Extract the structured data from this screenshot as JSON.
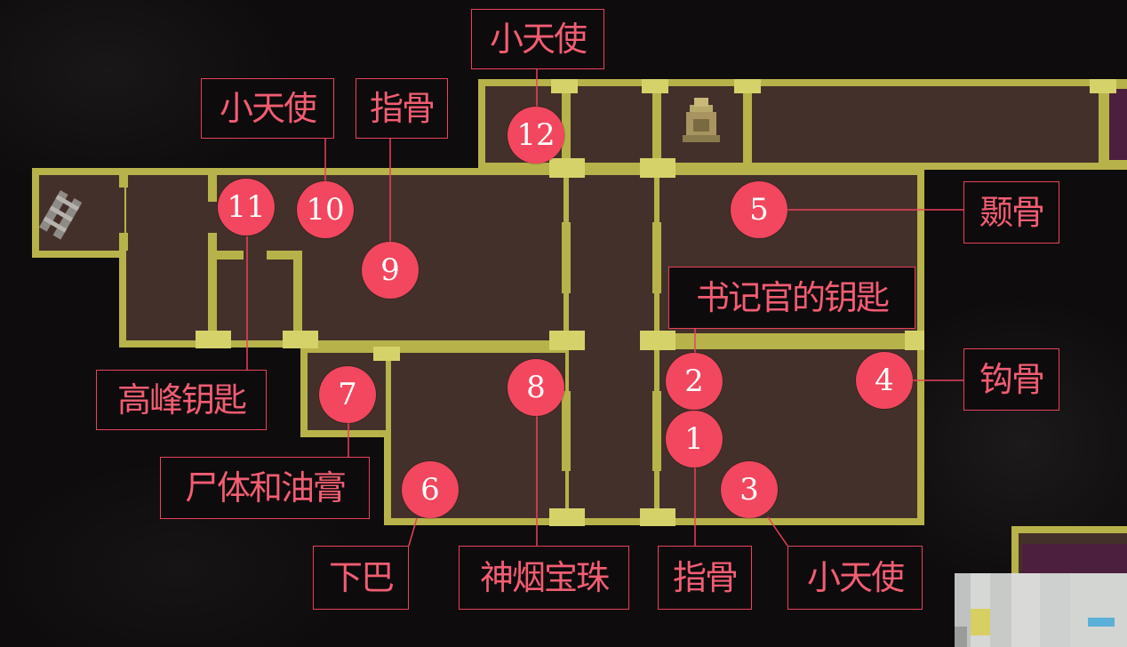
{
  "map": {
    "colors": {
      "floor": "#44302a",
      "wall": "#b8b24a",
      "wall_highlight": "#d6d26a",
      "purple": "#4c1f3e",
      "accent_red": "#f2475e",
      "line": "#e8425a"
    },
    "icons": {
      "ladder": "ladder-icon",
      "statue": "statue-icon"
    }
  },
  "markers": [
    "1",
    "2",
    "3",
    "4",
    "5",
    "6",
    "7",
    "8",
    "9",
    "10",
    "11",
    "12"
  ],
  "labels": {
    "top_angel": "小天使",
    "angel_10": "小天使",
    "finger_9": "指骨",
    "temporal_5": "颞骨",
    "scribe_key_2": "书记官的钥匙",
    "hook_4": "钩骨",
    "summit_key_11": "高峰钥匙",
    "corpse_ointment_7": "尸体和油膏",
    "jaw_6": "下巴",
    "orb_8": "神烟宝珠",
    "finger_1": "指骨",
    "angel_3": "小天使"
  }
}
